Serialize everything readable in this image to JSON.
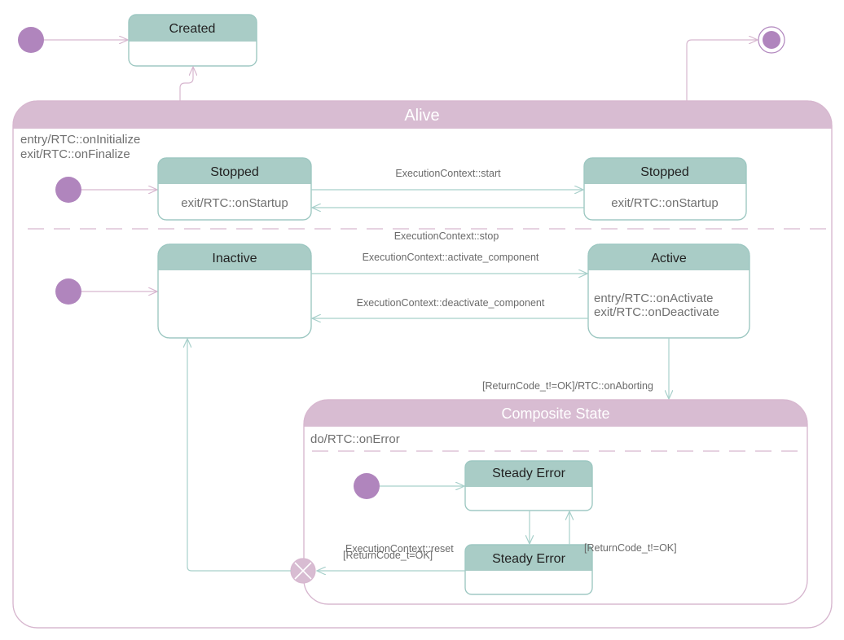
{
  "colors": {
    "composite_header": "#d8bcd2",
    "composite_border": "#d7b7cf",
    "state_header": "#a9ccc6",
    "state_border": "#9cc7c1",
    "initial_node": "#b085bd",
    "transition": "#a8d0cb"
  },
  "states": {
    "created": {
      "title": "Created"
    },
    "alive": {
      "title": "Alive",
      "entry": "entry/RTC::onInitialize",
      "exit": "exit/RTC::onFinalize"
    },
    "stopped_left": {
      "title": "Stopped",
      "body": "exit/RTC::onStartup"
    },
    "stopped_right": {
      "title": "Stopped",
      "body": "exit/RTC::onStartup"
    },
    "inactive": {
      "title": "Inactive"
    },
    "active": {
      "title": "Active",
      "entry": "entry/RTC::onActivate",
      "exit": "exit/RTC::onDeactivate"
    },
    "composite": {
      "title": "Composite State",
      "activity": "do/RTC::onError"
    },
    "steady_error_top": {
      "title": "Steady Error"
    },
    "steady_error_bottom": {
      "title": "Steady Error"
    }
  },
  "transitions": {
    "start": "ExecutionContext::start",
    "stop": "ExecutionContext::stop",
    "activate": "ExecutionContext::activate_component",
    "deactivate": "ExecutionContext::deactivate_component",
    "aborting": "[ReturnCode_t!=OK]/RTC::onAborting",
    "reset": "ExecutionContext::reset",
    "return_ok": "[ReturnCode_t=OK]",
    "return_not_ok": "[ReturnCode_t!=OK]"
  }
}
